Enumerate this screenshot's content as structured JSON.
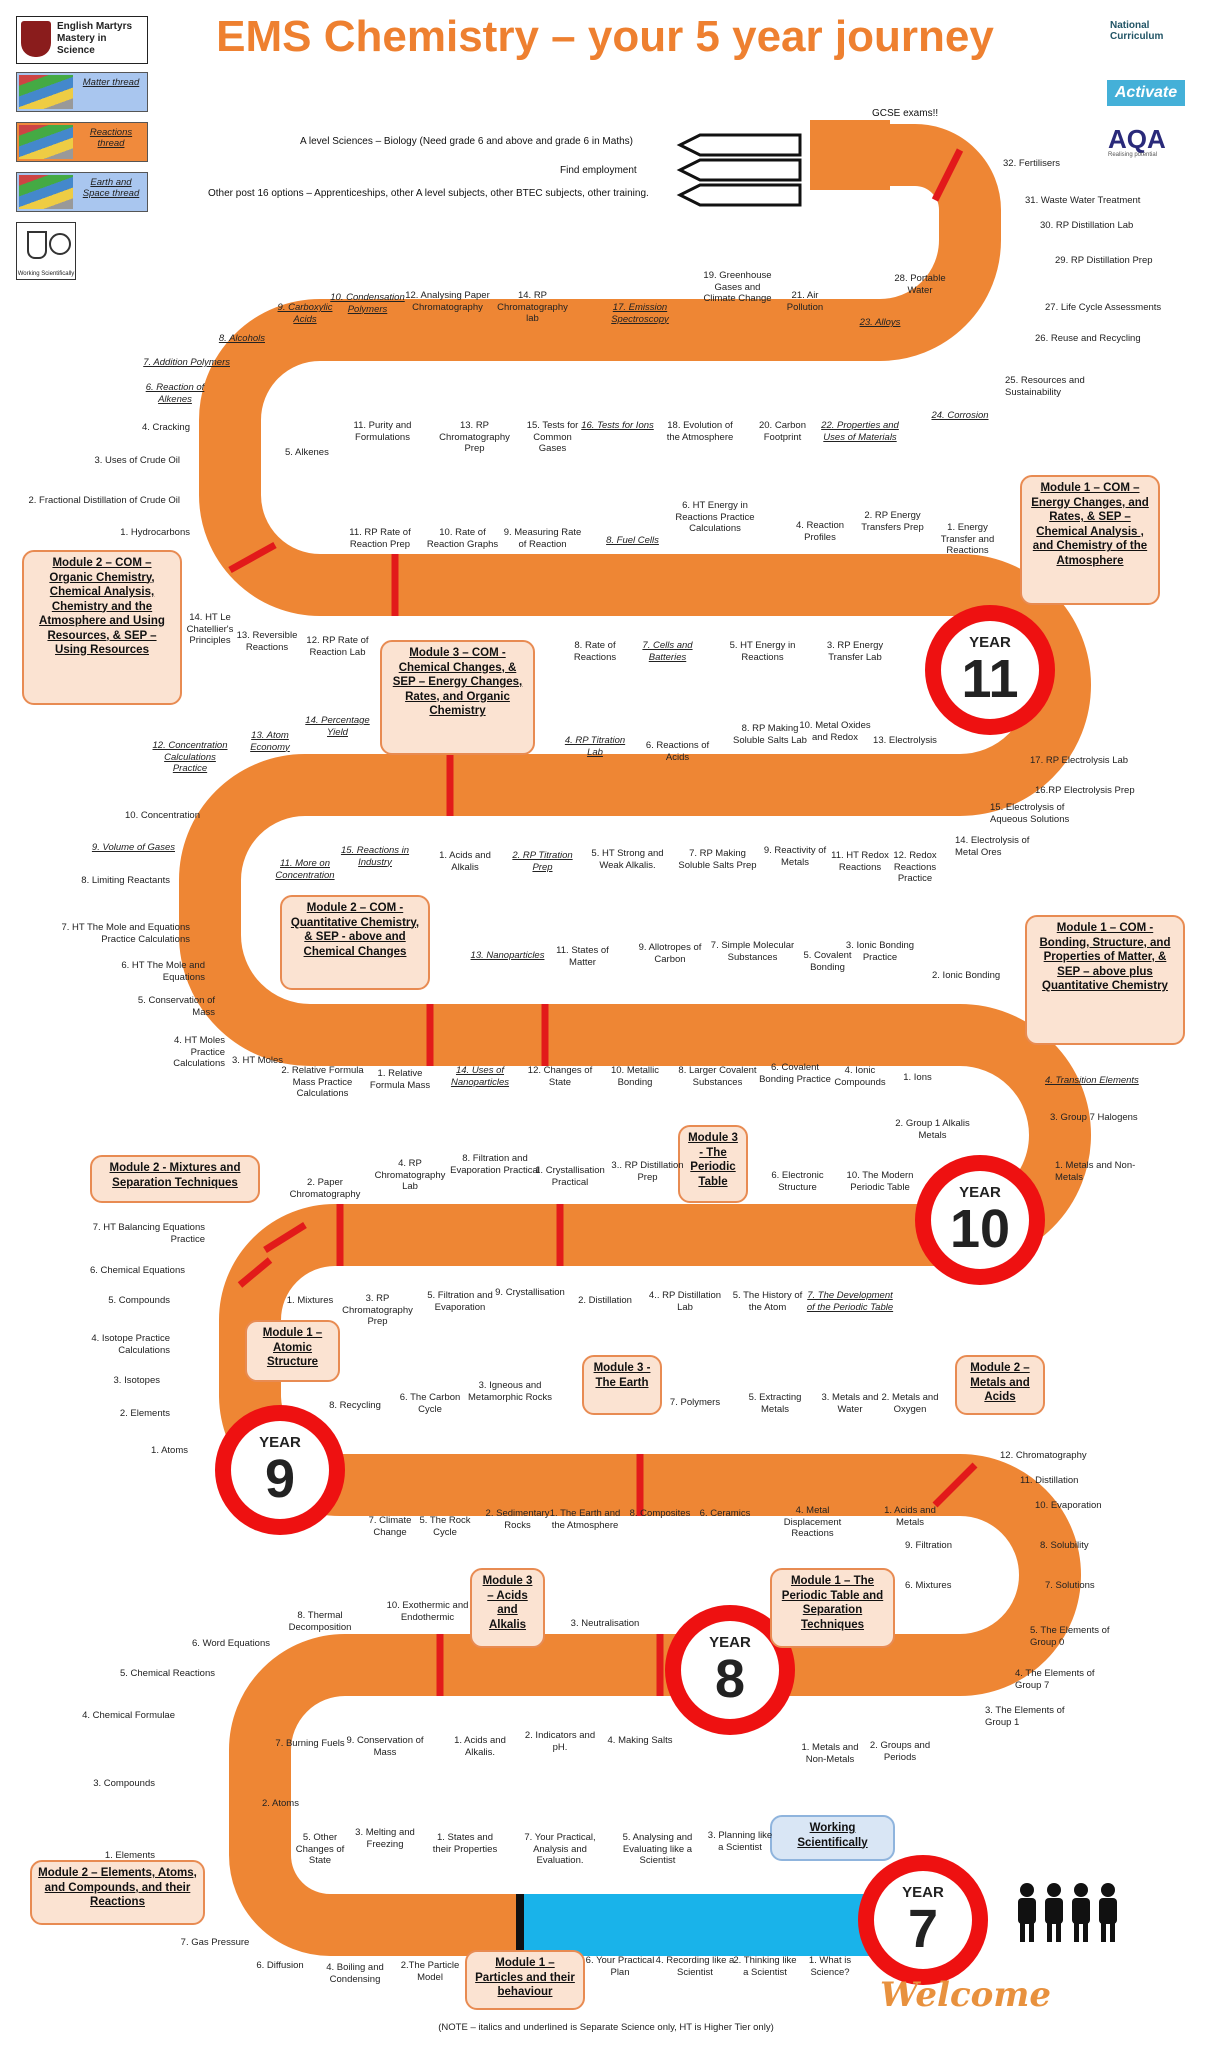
{
  "header": {
    "title": "EMS Chemistry – your 5 year journey",
    "school": "English Martyrs Mastery in Science",
    "threads": [
      "Matter thread",
      "Reactions thread",
      "Earth and Space thread"
    ],
    "working_scientifically_icon": "Working Scientifically",
    "logos": {
      "nc": "National Curriculum",
      "activate": "Activate",
      "aqa": "AQA",
      "aqa_tag": "Realising potential"
    }
  },
  "top_options": {
    "gcse": "GCSE exams!!",
    "a_level": "A level Sciences – Biology (Need grade 6 and above and grade 6 in Maths)",
    "employment": "Find employment",
    "other": "Other post 16 options – Apprenticeships, other A level subjects, other BTEC subjects, other training."
  },
  "years": {
    "label": "YEAR",
    "y7": "7",
    "y8": "8",
    "y9": "9",
    "y10": "10",
    "y11": "11"
  },
  "callouts": {
    "y7_ws": "Working Scientifically",
    "y7_m1": "Module 1 – Particles and their behaviour",
    "y7_m2": "Module 2 – Elements, Atoms, and Compounds, and their Reactions",
    "y8_m1": "Module 1 – The Periodic Table and Separation Techniques",
    "y8_m2": "Module 2 – Metals and Acids",
    "y8_m3": "Module 3 – Acids and Alkalis",
    "y9_m1": "Module 1 – Atomic Structure",
    "y9_m2": "Module 2 - Mixtures and Separation Techniques",
    "y9_m3": "Module 3 - The Earth",
    "y10_m3": "Module 3 - The Periodic Table",
    "y10_m1": "Module 1 – COM - Bonding, Structure, and Properties of Matter, & SEP – above plus Quantitative Chemistry",
    "y10_m2": "Module 2 – COM - Quantitative Chemistry, & SEP - above and Chemical Changes",
    "y10_m3b": "Module 3 – COM - Chemical Changes, & SEP – Energy Changes, Rates, and Organic Chemistry",
    "y11_m1": "Module 1 – COM – Energy Changes, and Rates, & SEP – Chemical Analysis , and Chemistry of the Atmosphere",
    "y11_m2": "Module 2 – COM – Organic Chemistry, Chemical Analysis, Chemistry and the Atmosphere and Using Resources, & SEP – Using Resources"
  },
  "topics": {
    "y7_bottom": [
      "1. What is Science?",
      "2. Thinking like a Scientist",
      "4. Recording like a Scientist",
      "6. Your Practical Plan",
      "2.The Particle Model",
      "4. Boiling and Condensing",
      "6. Diffusion",
      "7. Gas Pressure"
    ],
    "y7_top": [
      "3. Planning like a Scientist",
      "5. Analysing and Evaluating like a Scientist",
      "7. Your Practical, Analysis and Evaluation.",
      "1. States and their Properties",
      "3. Melting and Freezing",
      "5. Other Changes of State"
    ],
    "y7_left": [
      "1. Elements",
      "3. Compounds",
      "2. Atoms"
    ],
    "y8_lower": [
      "2. Groups and Periods",
      "1. Metals and Non-Metals",
      "4. Making Salts",
      "2. Indicators and pH.",
      "1. Acids and Alkalis.",
      "9. Conservation of Mass",
      "7. Burning Fuels"
    ],
    "y8_upper": [
      "3. Neutralisation",
      "10. Exothermic and Endothermic",
      "8. Thermal Decomposition",
      "6. Word Equations",
      "5. Chemical Reactions",
      "4. Chemical Formulae"
    ],
    "y8_right": [
      "12. Chromatography",
      "11. Distillation",
      "10. Evaporation",
      "9. Filtration",
      "8. Solubility",
      "7. Solutions",
      "6. Mixtures",
      "5. The Elements of Group 0",
      "4. The Elements of Group 7",
      "3. The Elements of Group 1"
    ],
    "y9_lower": [
      "1. Acids and Metals",
      "4. Metal Displacement Reactions",
      "6. Ceramics",
      "8. Composites",
      "1. The Earth and the Atmosphere",
      "2. Sedimentary Rocks",
      "5. The Rock Cycle",
      "7. Climate Change"
    ],
    "y9_upper": [
      "2. Metals and Oxygen",
      "3. Metals and Water",
      "5. Extracting Metals",
      "7. Polymers",
      "3. Igneous and Metamorphic Rocks",
      "6. The Carbon Cycle",
      "8. Recycling"
    ],
    "y9_left": [
      "1. Atoms",
      "2. Elements",
      "3. Isotopes",
      "4. Isotope Practice Calculations",
      "5. Compounds",
      "6. Chemical Equations",
      "7. HT Balancing Equations Practice"
    ],
    "y10_lower": [
      "7. The Development of the Periodic Table",
      "5. The History of the Atom",
      "4.. RP Distillation Lab",
      "2. Distillation",
      "9. Crystallisation",
      "5. Filtration and Evaporation",
      "3. RP Chromatography Prep",
      "1. Mixtures"
    ],
    "y10_upper": [
      "10. The Modern Periodic Table",
      "6. Electronic Structure",
      "3.. RP Distillation Prep",
      "1. Crystallisation Practical",
      "8. Filtration and Evaporation Practical",
      "4. RP Chromatography Lab",
      "2. Paper Chromatography"
    ],
    "y10_right": [
      "1. Metals and Non-Metals",
      "3. Group 7 Halogens",
      "4. Transition Elements",
      "2. Group 1 Alkalis Metals",
      "1. Ions",
      "2. Ionic Bonding"
    ],
    "y10b_lower": [
      "4. Ionic Compounds",
      "6. Covalent Bonding Practice",
      "8. Larger Covalent Substances",
      "10. Metallic Bonding",
      "12. Changes of State",
      "14. Uses of Nanoparticles",
      "1. Relative Formula Mass",
      "2. Relative Formula Mass Practice Calculations",
      "3. HT Moles"
    ],
    "y10b_upper": [
      "3. Ionic Bonding Practice",
      "5. Covalent Bonding",
      "7. Simple Molecular Substances",
      "9. Allotropes of Carbon",
      "11. States of Matter",
      "13. Nanoparticles"
    ],
    "y10b_left": [
      "4. HT Moles Practice Calculations",
      "5. Conservation of Mass",
      "6. HT The Mole and Equations",
      "7. HT The Mole and Equations Practice Calculations",
      "8. Limiting Reactants",
      "9. Volume of Gases",
      "10. Concentration",
      "12. Concentration Calculations Practice",
      "11. More on Concentration",
      "13. Atom Economy",
      "14. Percentage Yield",
      "15. Reactions in Industry"
    ],
    "y10c_lower": [
      "1. Acids and Alkalis",
      "2. RP Titration Prep",
      "5. HT Strong and Weak Alkalis.",
      "7. RP Making Soluble Salts Prep",
      "9. Reactivity of Metals",
      "11. HT Redox Reactions",
      "12. Redox Reactions Practice"
    ],
    "y10c_upper": [
      "4. RP Titration Lab",
      "6. Reactions of Acids",
      "8. RP Making Soluble Salts Lab",
      "10. Metal Oxides and Redox",
      "13. Electrolysis"
    ],
    "y10c_right": [
      "14. Electrolysis of Metal Ores",
      "15. Electrolysis of Aqueous Solutions",
      "16.RP Electrolysis Prep",
      "17. RP Electrolysis Lab"
    ],
    "y11_lower": [
      "3. RP Energy Transfer Lab",
      "5. HT Energy in Reactions",
      "7. Cells and Batteries",
      "8. Rate of Reactions",
      "12. RP Rate of Reaction Lab",
      "13. Reversible Reactions",
      "14. HT Le Chatellier's Principles"
    ],
    "y11_upper": [
      "1. Energy Transfer and Reactions",
      "2. RP Energy Transfers Prep",
      "4. Reaction Profiles",
      "6. HT Energy in Reactions Practice Calculations",
      "8. Fuel Cells",
      "9. Measuring Rate of Reaction",
      "10. Rate of Reaction Graphs",
      "11. RP Rate of Reaction Prep"
    ],
    "y11_left": [
      "1. Hydrocarbons",
      "2. Fractional Distillation of Crude Oil",
      "3. Uses of Crude Oil",
      "4. Cracking",
      "5. Alkenes",
      "6. Reaction of Alkenes",
      "7. Addition Polymers",
      "8. Alcohols"
    ],
    "y11b_lower": [
      "11. Purity and Formulations",
      "13. RP Chromatography Prep",
      "15. Tests for Common Gases",
      "16. Tests for Ions",
      "18. Evolution of the Atmosphere",
      "20. Carbon Footprint",
      "22. Properties and Uses of Materials",
      "24. Corrosion"
    ],
    "y11b_upper": [
      "9. Carboxylic Acids",
      "10. Condensation Polymers",
      "12. Analysing Paper Chromatography",
      "14. RP Chromatography lab",
      "17. Emission Spectroscopy",
      "19. Greenhouse Gases and Climate Change",
      "21. Air Pollution",
      "23. Alloys"
    ],
    "y11b_right": [
      "25. Resources and Sustainability",
      "26. Reuse and Recycling",
      "27. Life Cycle Assessments",
      "28. Portable Water",
      "29. RP Distillation Prep",
      "30. RP Distillation Lab",
      "31. Waste Water Treatment",
      "32. Fertilisers"
    ]
  },
  "footer": {
    "note": "(NOTE – italics and underlined is Separate Science only, HT is Higher Tier only)",
    "welcome": "Welcome"
  },
  "colors": {
    "road": "#ee8634",
    "ws_road": "#19b3ea",
    "ring": "#e21a1a",
    "title": "#ee8030"
  }
}
